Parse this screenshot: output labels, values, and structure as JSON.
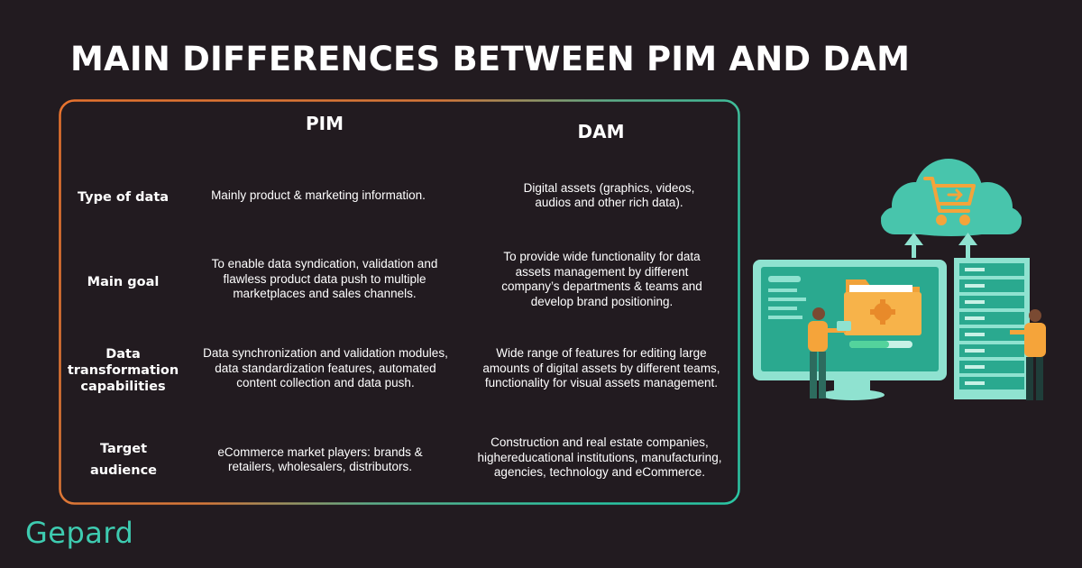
{
  "title": "MAIN DIFFERENCES BETWEEN PIM AND DAM",
  "columns": [
    "PIM",
    "DAM"
  ],
  "rows": [
    {
      "label": "Type of data",
      "pim": "Mainly product & marketing information.",
      "dam": "Digital assets (graphics, videos, audios and other rich data)."
    },
    {
      "label": "Main goal",
      "pim": "To enable data syndication, validation and flawless product data push to multiple marketplaces and sales channels.",
      "dam": "To provide wide functionality for data assets management by different company’s  departments & teams and develop brand positioning."
    },
    {
      "label": "Data transformation capabilities",
      "pim": "Data synchronization and validation modules, data standardization features, automated content collection and data push.",
      "dam": "Wide range of features for editing large amounts of digital assets by different teams, functionality for visual assets management."
    },
    {
      "label": "Target audience",
      "pim": "eCommerce market players: brands & retailers, wholesalers, distributors.",
      "dam": "Construction and real estate companies, highereducational institutions, manufacturing, agencies, technology and eCommerce."
    }
  ],
  "logo": "Gepard",
  "colors": {
    "background": "#221b20",
    "orange": "#e8732e",
    "teal": "#2bc5a3",
    "logo": "#3ecbb0"
  },
  "icons": [
    "cart-icon",
    "folder-icon",
    "gear-icon",
    "cloud-icon",
    "monitor-icon",
    "server-rack-icon",
    "person-icon"
  ]
}
